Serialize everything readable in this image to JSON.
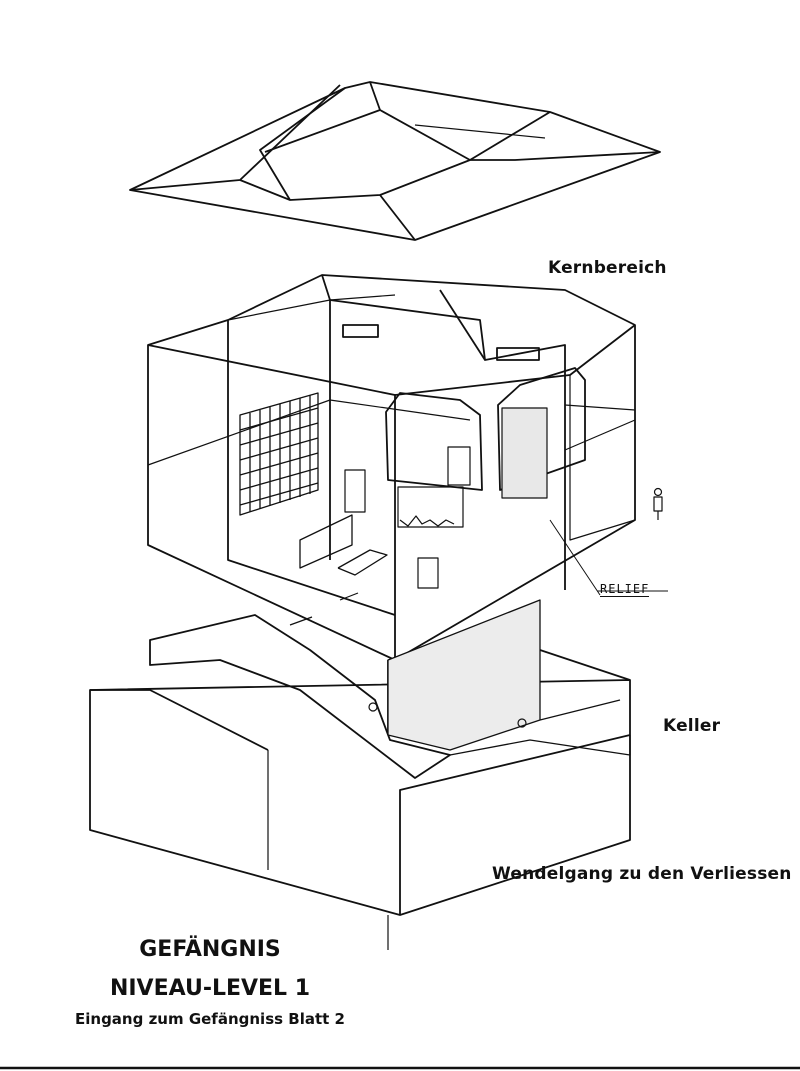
{
  "labels": {
    "core": "Kernbereich",
    "relief": "RELIEF",
    "cellar": "Keller",
    "passage": "Wendelgang zu den Verliessen"
  },
  "title": {
    "line1": "GEFÄNGNIS",
    "line2": "NIVEAU-LEVEL 1",
    "line3": "Eingang zum Gefängniss Blatt 2"
  }
}
